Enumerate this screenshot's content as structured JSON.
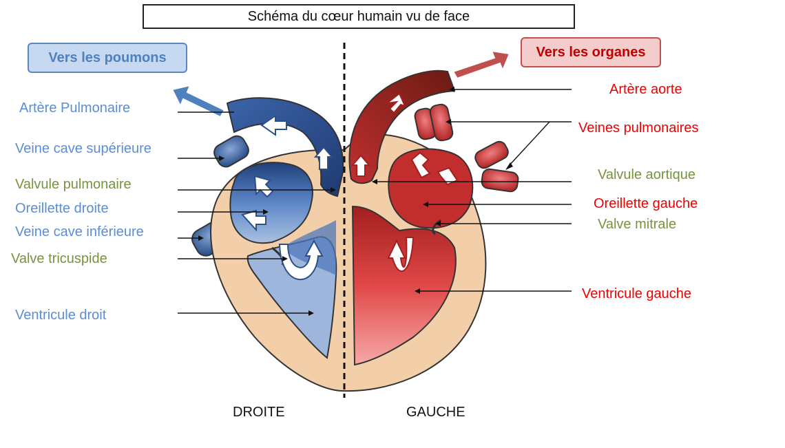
{
  "title": "Schéma du cœur humain vu de face",
  "direction_left": "Vers les poumons",
  "direction_right": "Vers les organes",
  "labels_left": {
    "artere_pulmonaire": "Artère Pulmonaire",
    "veine_cave_superieure": "Veine cave supérieure",
    "valvule_pulmonaire": "Valvule pulmonaire",
    "oreillette_droite": "Oreillette droite",
    "veine_cave_inferieure": "Veine cave inférieure",
    "valve_tricuspide": "Valve tricuspide",
    "ventricule_droit": "Ventricule droit"
  },
  "labels_right": {
    "artere_aorte": "Artère aorte",
    "veines_pulmonaires": "Veines pulmonaires",
    "valvule_aortique": "Valvule aortique",
    "oreillette_gauche": "Oreillette gauche",
    "valve_mitrale": "Valve mitrale",
    "ventricule_gauche": "Ventricule gauche"
  },
  "side_right_heart": "DROITE",
  "side_left_heart": "GAUCHE",
  "colors": {
    "deoxygenated_label": "#5b8dd6",
    "valve_label": "#77933c",
    "oxygenated_label": "#ee0000",
    "heart_wall": "#f2cfa9",
    "right_side_blood": "#2d4f8a",
    "left_side_blood": "#d43c3c"
  }
}
